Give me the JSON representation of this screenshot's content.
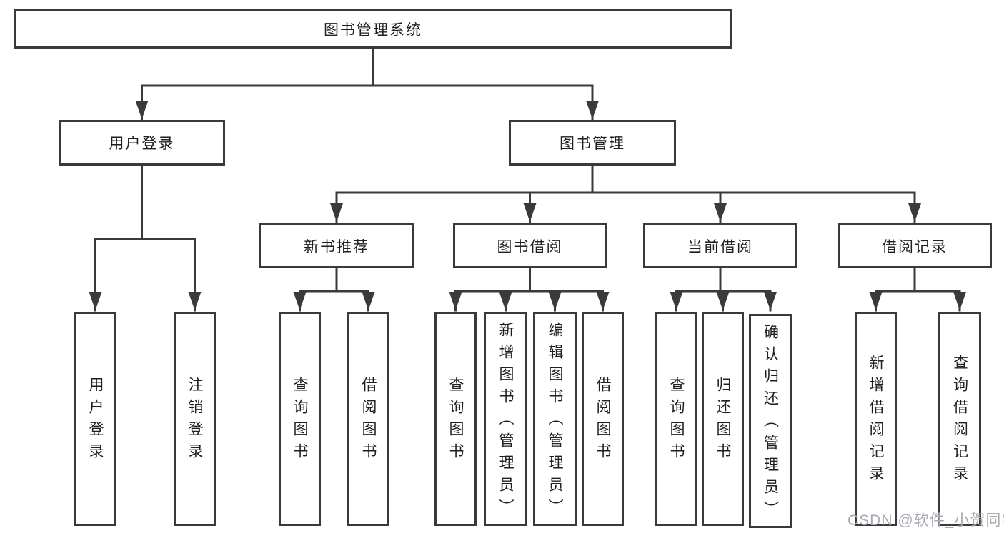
{
  "diagram_title": "图书管理系统",
  "nodes": {
    "root": {
      "label": "图书管理系统"
    },
    "user_login_module": {
      "label": "用户登录"
    },
    "book_mgmt_module": {
      "label": "图书管理"
    },
    "login": {
      "label": "用户登录"
    },
    "logout": {
      "label": "注销登录"
    },
    "new_book_rec": {
      "label": "新书推荐"
    },
    "book_borrow": {
      "label": "图书借阅"
    },
    "current_borrow": {
      "label": "当前借阅"
    },
    "borrow_record": {
      "label": "借阅记录"
    },
    "nbr_query_book": {
      "label": "查询图书"
    },
    "nbr_borrow_book": {
      "label": "借阅图书"
    },
    "bb_query_book": {
      "label": "查询图书"
    },
    "bb_add_book": {
      "label": "新增图书（管理员）"
    },
    "bb_edit_book": {
      "label": "编辑图书（管理员）"
    },
    "bb_borrow_book": {
      "label": "借阅图书"
    },
    "cb_query_book": {
      "label": "查询图书"
    },
    "cb_return_book": {
      "label": "归还图书"
    },
    "cb_confirm_return": {
      "label": "确认归还（管理员）"
    },
    "br_add_record": {
      "label": "新增借阅记录"
    },
    "br_query_record": {
      "label": "查询借阅记录"
    }
  },
  "hierarchy": {
    "图书管理系统": {
      "用户登录": [
        "用户登录",
        "注销登录"
      ],
      "图书管理": {
        "新书推荐": [
          "查询图书",
          "借阅图书"
        ],
        "图书借阅": [
          "查询图书",
          "新增图书（管理员）",
          "编辑图书（管理员）",
          "借阅图书"
        ],
        "当前借阅": [
          "查询图书",
          "归还图书",
          "确认归还（管理员）"
        ],
        "借阅记录": [
          "新增借阅记录",
          "查询借阅记录"
        ]
      }
    }
  },
  "watermark": {
    "text": "CSDN @软件_小贺同学"
  },
  "colors": {
    "line": "#3a3a3a",
    "box_border": "#3a3a3a",
    "box_fill": "#ffffff",
    "text": "#1f1f1f",
    "background": "#ffffff",
    "watermark": "#a9a9b2"
  }
}
